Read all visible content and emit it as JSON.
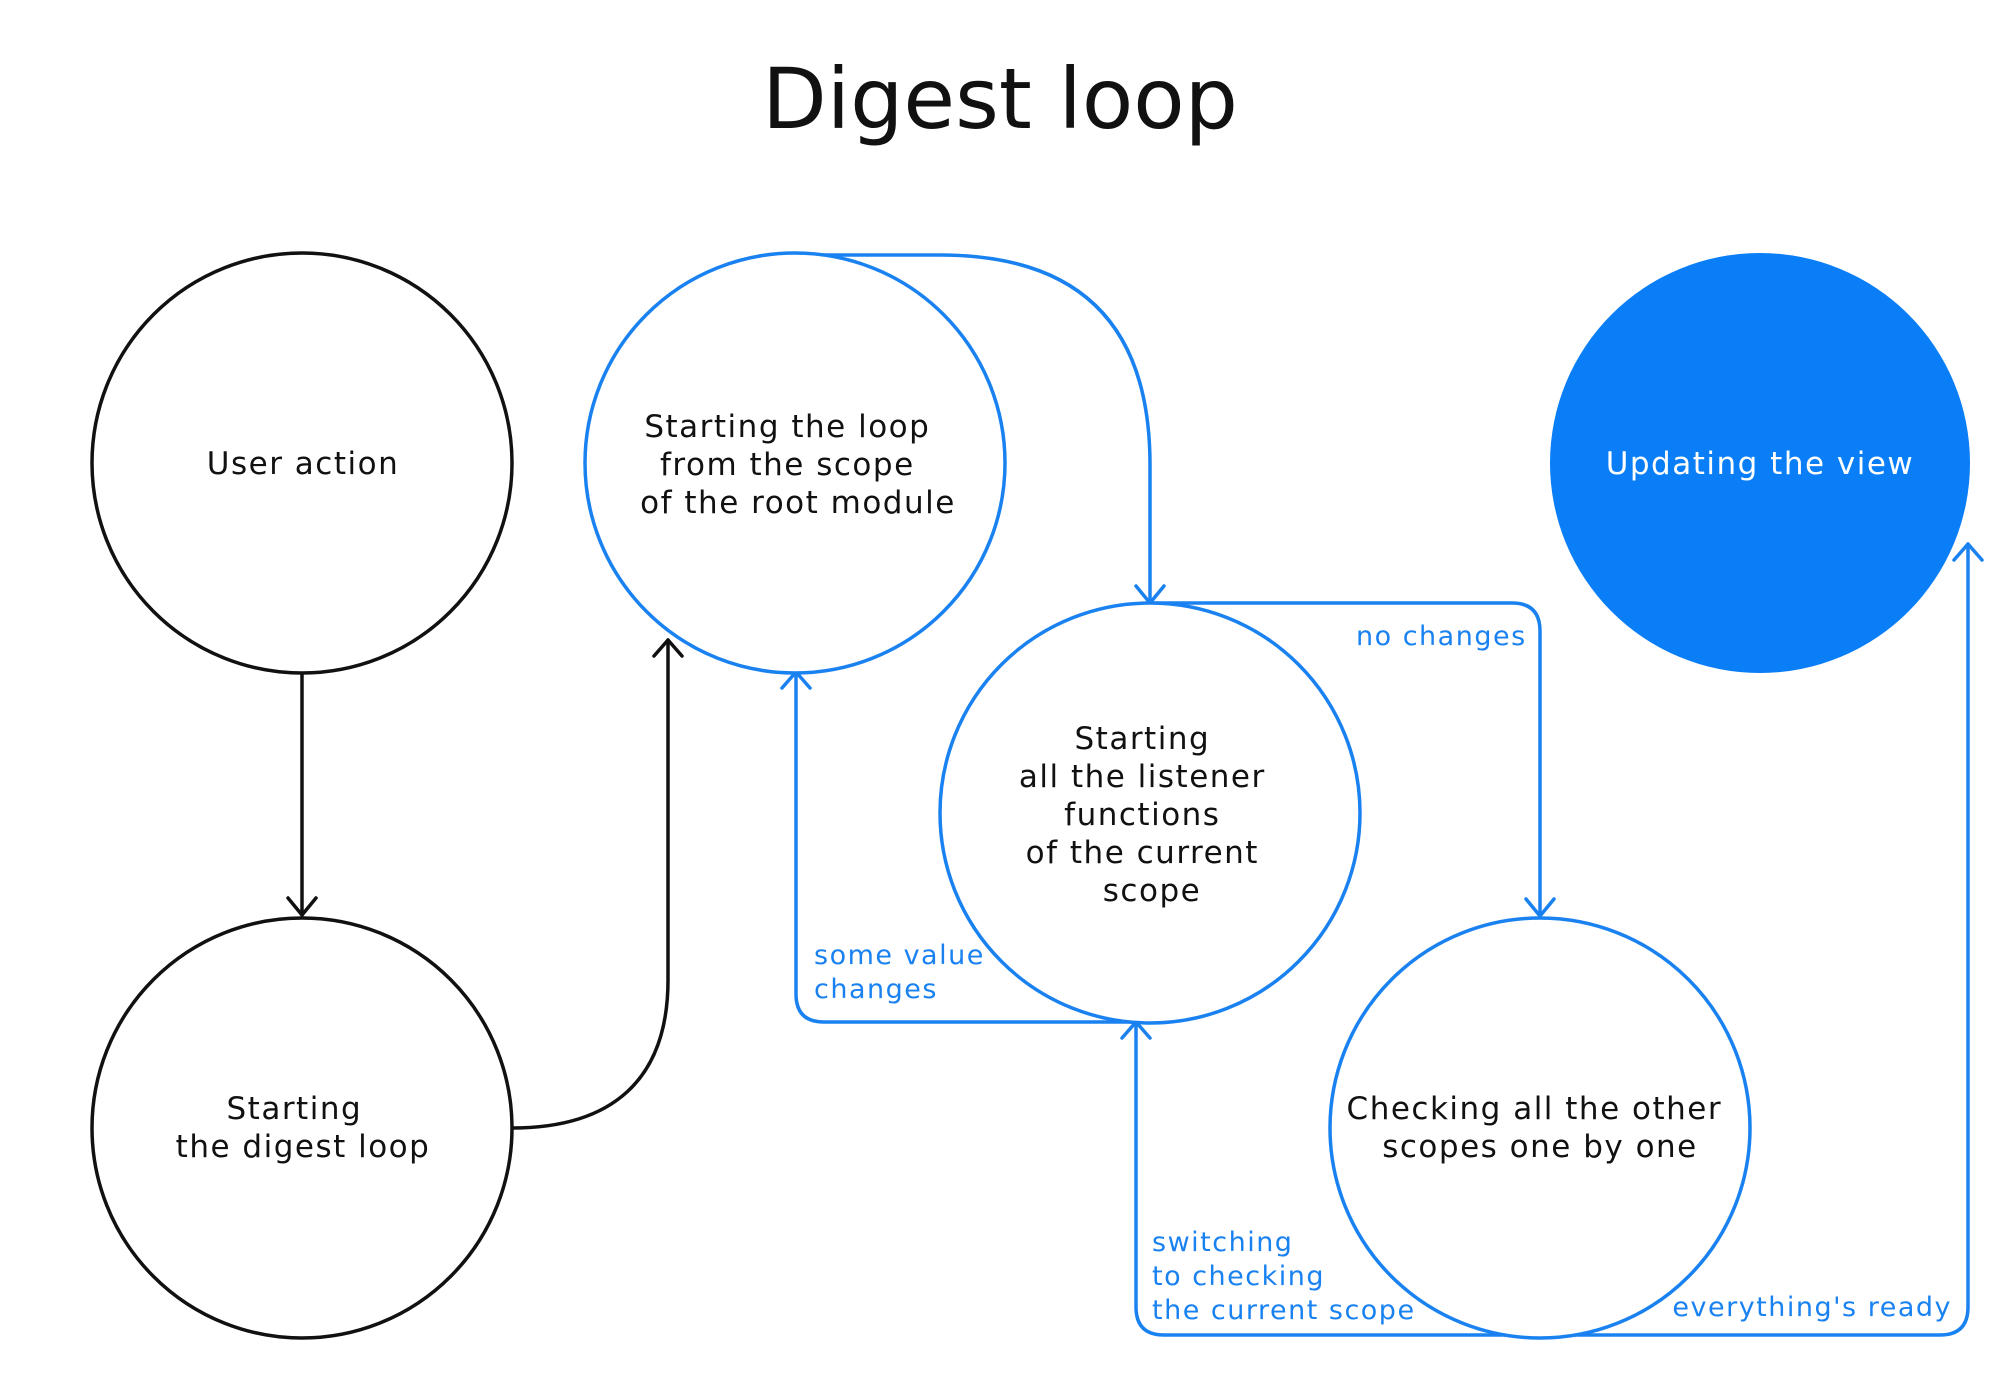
{
  "title": "Digest loop",
  "colors": {
    "black": "#111111",
    "blue": "#1a82f0",
    "filled": "#0a7ef7",
    "filled_text": "#ffffff"
  },
  "nodes": {
    "user_action": {
      "lines": [
        "User action"
      ]
    },
    "starting_digest": {
      "lines": [
        "Starting",
        "the digest loop"
      ]
    },
    "root_scope": {
      "lines": [
        "Starting the loop",
        "from the scope",
        "of the root module"
      ]
    },
    "listeners": {
      "lines": [
        "Starting",
        "all the listener",
        "functions",
        "of the current",
        "scope"
      ]
    },
    "other_scopes": {
      "lines": [
        "Checking all the other",
        "scopes one by one"
      ]
    },
    "update_view": {
      "lines": [
        "Updating the view"
      ]
    }
  },
  "edges": {
    "no_changes": {
      "lines": [
        "no changes"
      ]
    },
    "some_value_changes": {
      "lines": [
        "some value",
        "changes"
      ]
    },
    "switching": {
      "lines": [
        "switching",
        "to checking",
        "the current scope"
      ]
    },
    "everything_ready": {
      "lines": [
        "everything's ready"
      ]
    }
  }
}
